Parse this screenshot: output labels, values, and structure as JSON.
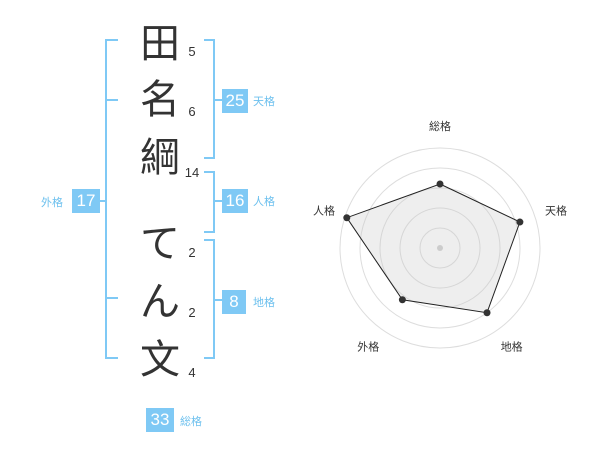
{
  "name": {
    "chars": [
      "田",
      "名",
      "綱",
      "て",
      "ん",
      "文"
    ],
    "strokes": [
      "5",
      "6",
      "14",
      "2",
      "2",
      "4"
    ]
  },
  "scores": {
    "tenkaku": {
      "value": "25",
      "label": "天格"
    },
    "jinkaku": {
      "value": "16",
      "label": "人格"
    },
    "chikaku": {
      "value": "8",
      "label": "地格"
    },
    "gaikaku": {
      "value": "17",
      "label": "外格"
    },
    "soukaku": {
      "value": "33",
      "label": "総格"
    }
  },
  "colors": {
    "accent": "#7fc9f5",
    "label": "#6cc0ee",
    "bracket": "#7fc9f5"
  },
  "chart_data": {
    "type": "radar",
    "axes": [
      "総格",
      "天格",
      "地格",
      "外格",
      "人格"
    ],
    "values": [
      3.2,
      4.2,
      4.0,
      3.2,
      4.9
    ],
    "max": 5,
    "rings": 5
  }
}
